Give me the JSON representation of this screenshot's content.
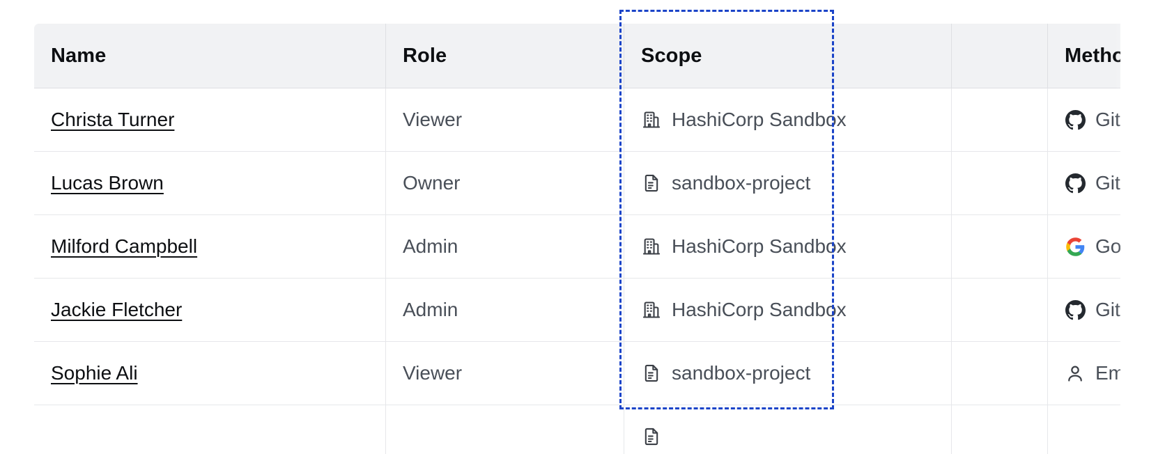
{
  "table": {
    "columns": [
      {
        "key": "name",
        "label": "Name"
      },
      {
        "key": "role",
        "label": "Role"
      },
      {
        "key": "scope",
        "label": "Scope"
      },
      {
        "key": "spacer",
        "label": ""
      },
      {
        "key": "method",
        "label": "Method"
      }
    ],
    "rows": [
      {
        "name": "Christa Turner",
        "role": "Viewer",
        "scope": "HashiCorp Sandbox",
        "scope_icon": "organization-icon",
        "method": "GitHub",
        "method_icon": "github-icon"
      },
      {
        "name": "Lucas Brown",
        "role": "Owner",
        "scope": "sandbox-project",
        "scope_icon": "project-file-icon",
        "method": "GitHub",
        "method_icon": "github-icon"
      },
      {
        "name": "Milford Campbell",
        "role": "Admin",
        "scope": "HashiCorp Sandbox",
        "scope_icon": "organization-icon",
        "method": "Google",
        "method_icon": "google-icon"
      },
      {
        "name": "Jackie Fletcher",
        "role": "Admin",
        "scope": "HashiCorp Sandbox",
        "scope_icon": "organization-icon",
        "method": "GitHub",
        "method_icon": "github-icon"
      },
      {
        "name": "Sophie Ali",
        "role": "Viewer",
        "scope": "sandbox-project",
        "scope_icon": "project-file-icon",
        "method": "Email",
        "method_icon": "user-icon"
      },
      {
        "name": "",
        "role": "",
        "scope": "",
        "scope_icon": "project-file-icon",
        "method": "",
        "method_icon": ""
      }
    ]
  },
  "selection": {
    "target_column": "Scope",
    "highlight_color": "#1b44c8",
    "style": "dashed"
  },
  "colors": {
    "header_background": "#f1f2f4",
    "header_text": "#0d0f12",
    "body_text": "#494f58",
    "link_text": "#0d0f12",
    "border": "#dedfe3",
    "row_border": "#e6e7ea",
    "github": "#24292f",
    "google_blue": "#4285f4",
    "google_red": "#ea4335",
    "google_yellow": "#fbbc05",
    "google_green": "#34a853"
  }
}
